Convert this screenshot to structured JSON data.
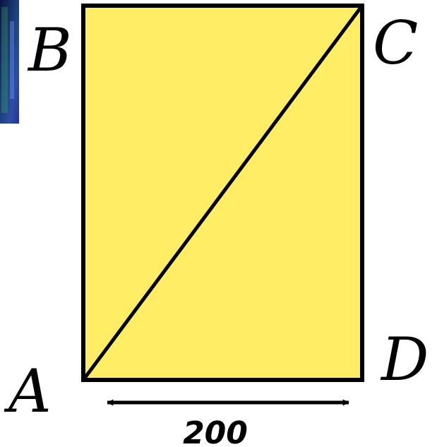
{
  "diagram": {
    "vertices": {
      "a": "A",
      "b": "B",
      "c": "C",
      "d": "D"
    },
    "dimension_label": "200",
    "colors": {
      "fill": "#FFED66",
      "stroke": "#000000",
      "corner_image": "#1E2A7A"
    }
  }
}
